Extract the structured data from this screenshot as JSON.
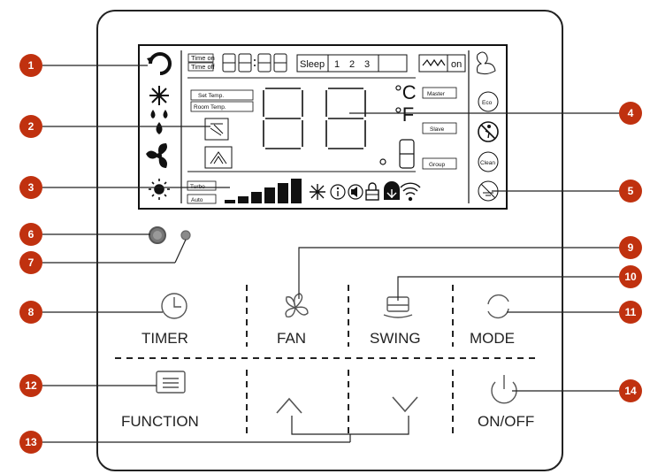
{
  "buttons": {
    "timer": "TIMER",
    "fan": "FAN",
    "swing": "SWING",
    "mode": "MODE",
    "function": "FUNCTION",
    "onoff": "ON/OFF"
  },
  "lcd": {
    "time_on": "Time on",
    "time_off": "Time off",
    "sleep": "Sleep",
    "sleep_levels": [
      "1",
      "2",
      "3"
    ],
    "on": "on",
    "set_temp": "Set Temp.",
    "room_temp": "Room Temp.",
    "celsius": "°C",
    "fahrenheit": "°F",
    "master": "Master",
    "slave": "Slave",
    "group": "Group",
    "turbo": "Turbo",
    "auto": "Auto",
    "eco": "Eco",
    "clean": "Clean"
  },
  "callouts": [
    "1",
    "2",
    "3",
    "4",
    "5",
    "6",
    "7",
    "8",
    "9",
    "10",
    "11",
    "12",
    "13",
    "14"
  ],
  "colors": {
    "callout": "#c0310f",
    "border": "#222222",
    "lcd_border": "#111111",
    "icon": "#555555"
  }
}
